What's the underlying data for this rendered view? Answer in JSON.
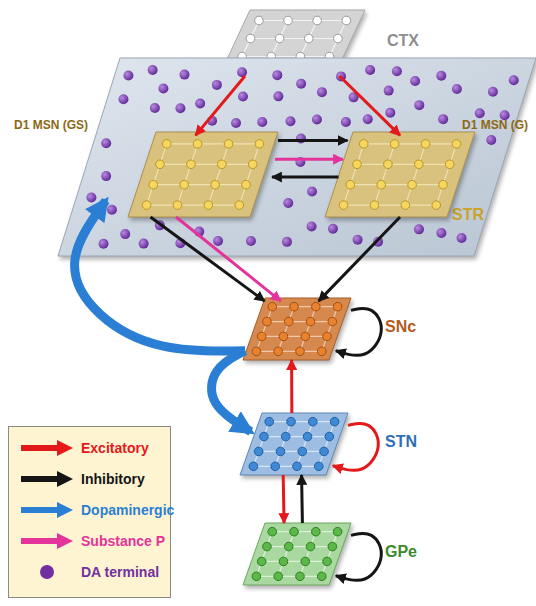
{
  "diagram": {
    "nodes": [
      {
        "text": [
          "CTX"
        ]
      },
      {
        "text": [
          "STR"
        ]
      },
      {
        "text": [
          "D1 MSN (GS)"
        ],
        "in": 1
      },
      {
        "text": [
          "D1 MSN (G)"
        ],
        "in": 1
      },
      {
        "text": [
          "SNc"
        ]
      },
      {
        "text": [
          "STN"
        ]
      },
      {
        "text": [
          "GPe"
        ]
      }
    ],
    "edges": [
      {
        "from": 0,
        "to": 2,
        "arrow": "to"
      },
      {
        "from": 0,
        "to": 3,
        "arrow": "to"
      },
      {
        "from": 2,
        "to": 3,
        "arrow": "to"
      },
      {
        "from": 2,
        "to": 3,
        "arrow": "to"
      },
      {
        "from": 3,
        "to": 2,
        "arrow": "to"
      },
      {
        "from": 2,
        "to": 4,
        "arrow": "to"
      },
      {
        "from": 2,
        "to": 4,
        "arrow": "to"
      },
      {
        "from": 3,
        "to": 4,
        "arrow": "to"
      },
      {
        "from": 4,
        "to": 4,
        "arrow": "to"
      },
      {
        "from": 5,
        "to": 4,
        "arrow": "to"
      },
      {
        "from": 5,
        "to": 5,
        "arrow": "to"
      },
      {
        "from": 5,
        "to": 6,
        "arrow": "to"
      },
      {
        "from": 6,
        "to": 5,
        "arrow": "to"
      },
      {
        "from": 6,
        "to": 6,
        "arrow": "to"
      },
      {
        "from": 4,
        "to": 1,
        "arrow": "to"
      },
      {
        "from": 4,
        "to": 5,
        "arrow": "to"
      }
    ],
    "legend": [
      {
        "text": "Excitatory",
        "color": "#e3191c"
      },
      {
        "text": "Inhibitory",
        "color": "#151515"
      },
      {
        "text": "Dopaminergic",
        "color": "#2a7fd4"
      },
      {
        "text": "Substance P",
        "color": "#e4339b"
      },
      {
        "text": "DA terminal",
        "color": "#7030a0"
      }
    ]
  }
}
